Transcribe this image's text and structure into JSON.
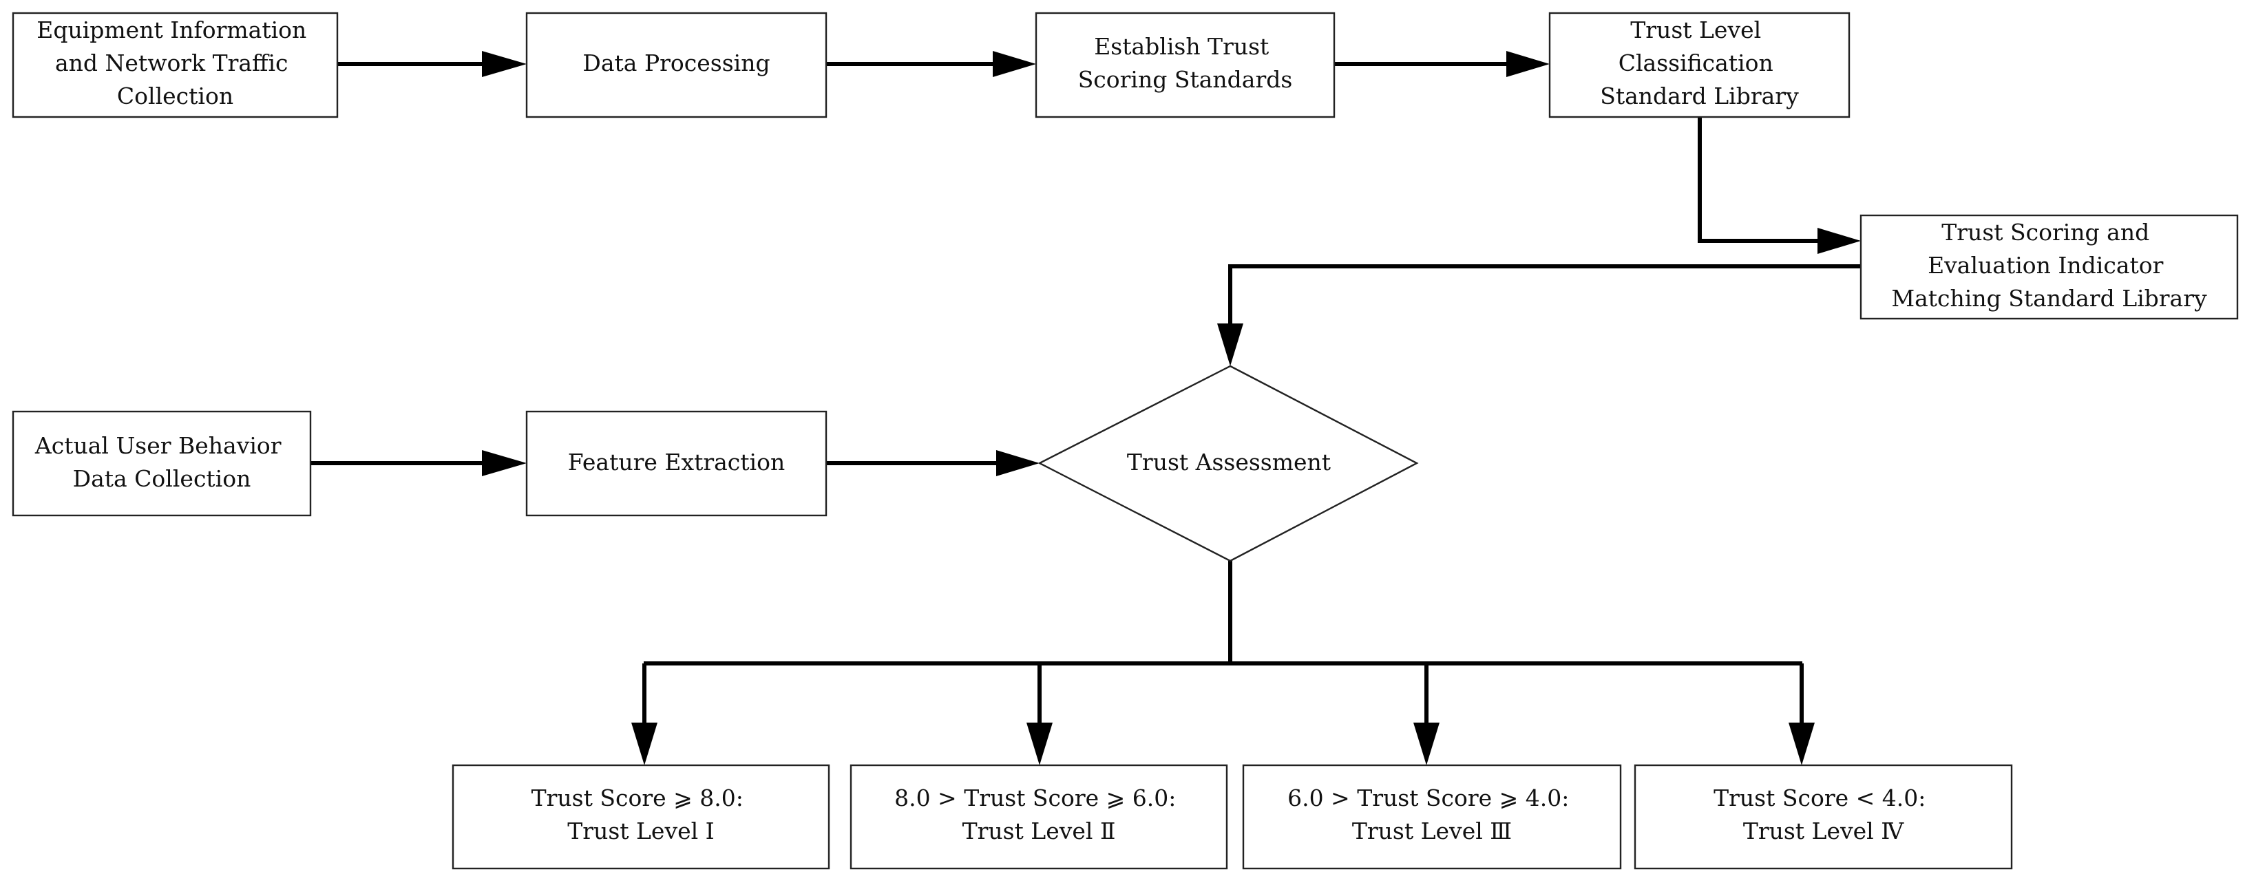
{
  "nodes": {
    "collect_equipment": [
      "Equipment Information",
      "and Network Traffic",
      "Collection"
    ],
    "data_processing": [
      "Data Processing"
    ],
    "establish_standards": [
      "Establish Trust",
      "Scoring Standards"
    ],
    "classification_library": [
      "Trust Level",
      "Classification",
      "Standard Library"
    ],
    "matching_library": [
      "Trust Scoring and",
      "Evaluation Indicator",
      "Matching Standard Library"
    ],
    "collect_behavior": [
      "Actual User Behavior",
      "Data Collection"
    ],
    "feature_extraction": [
      "Feature Extraction"
    ],
    "trust_assessment": [
      "Trust Assessment"
    ],
    "level_1": [
      "Trust Score ⩾ 8.0:",
      "Trust Level Ⅰ"
    ],
    "level_2": [
      "8.0 > Trust Score ⩾ 6.0:",
      "Trust Level Ⅱ"
    ],
    "level_3": [
      "6.0 > Trust Score ⩾ 4.0:",
      "Trust Level Ⅲ"
    ],
    "level_4": [
      "Trust Score < 4.0:",
      "Trust Level Ⅳ"
    ]
  },
  "edges": [
    [
      "collect_equipment",
      "data_processing"
    ],
    [
      "data_processing",
      "establish_standards"
    ],
    [
      "establish_standards",
      "classification_library"
    ],
    [
      "classification_library",
      "matching_library"
    ],
    [
      "matching_library",
      "trust_assessment"
    ],
    [
      "collect_behavior",
      "feature_extraction"
    ],
    [
      "feature_extraction",
      "trust_assessment"
    ],
    [
      "trust_assessment",
      "level_1"
    ],
    [
      "trust_assessment",
      "level_2"
    ],
    [
      "trust_assessment",
      "level_3"
    ],
    [
      "trust_assessment",
      "level_4"
    ]
  ]
}
